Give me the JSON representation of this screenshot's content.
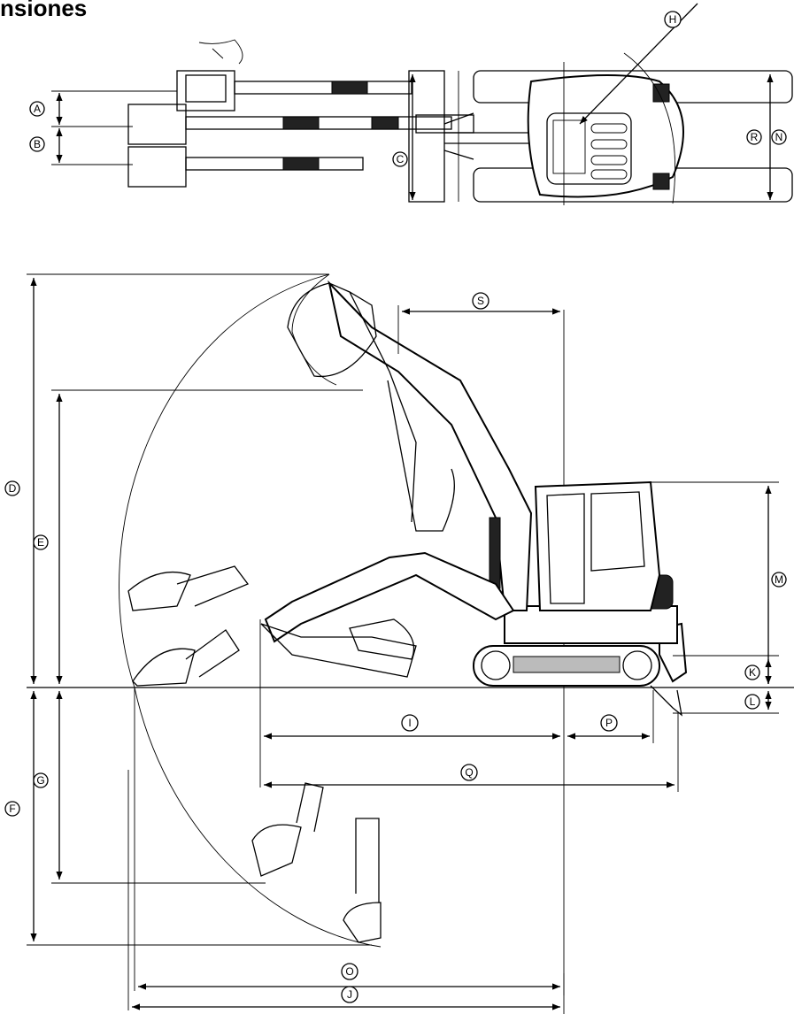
{
  "title": "nsiones",
  "labels": {
    "A": "A",
    "B": "B",
    "C": "C",
    "D": "D",
    "E": "E",
    "F": "F",
    "G": "G",
    "H": "H",
    "I": "I",
    "J": "J",
    "K": "K",
    "L": "L",
    "M": "M",
    "N": "N",
    "O": "O",
    "P": "P",
    "Q": "Q",
    "R": "R",
    "S": "S"
  }
}
